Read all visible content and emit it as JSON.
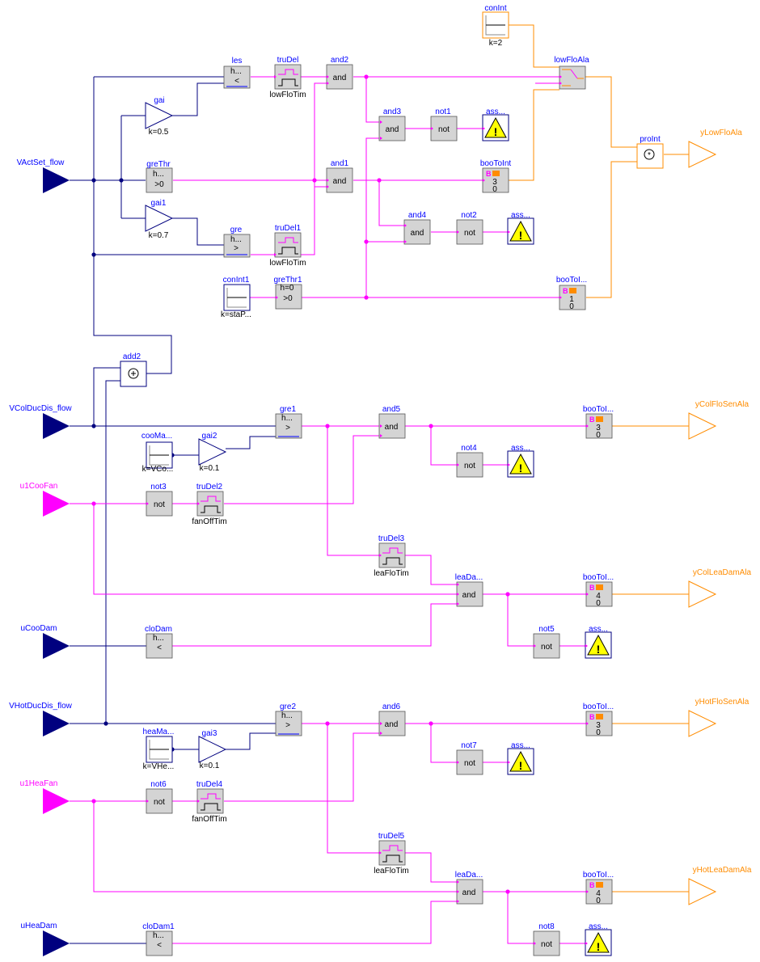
{
  "colors": {
    "real_signal": "#00007f",
    "boolean_signal": "#ff00ff",
    "integer_signal": "#ff8c00",
    "block_fill": "#d4d4d4",
    "label": "#0000ff"
  },
  "inputs": [
    {
      "name": "VActSet_flow",
      "kind": "real"
    },
    {
      "name": "VColDucDis_flow",
      "kind": "real"
    },
    {
      "name": "u1CooFan",
      "kind": "boolean"
    },
    {
      "name": "uCooDam",
      "kind": "real"
    },
    {
      "name": "VHotDucDis_flow",
      "kind": "real"
    },
    {
      "name": "u1HeaFan",
      "kind": "boolean"
    },
    {
      "name": "uHeaDam",
      "kind": "real"
    }
  ],
  "outputs": [
    {
      "name": "yLowFloAla",
      "kind": "integer"
    },
    {
      "name": "yColFloSenAla",
      "kind": "integer"
    },
    {
      "name": "yColLeaDamAla",
      "kind": "integer"
    },
    {
      "name": "yHotFloSenAla",
      "kind": "integer"
    },
    {
      "name": "yHotLeaDamAla",
      "kind": "integer"
    }
  ],
  "blocks": {
    "les": {
      "label": "les",
      "text": "h...",
      "symbol": "<"
    },
    "gai": {
      "label": "gai",
      "param": "k=0.5"
    },
    "greThr": {
      "label": "greThr",
      "text": "h...",
      "symbol": ">0"
    },
    "gai1": {
      "label": "gai1",
      "param": "k=0.7"
    },
    "gre": {
      "label": "gre",
      "text": "h...",
      "symbol": ">"
    },
    "truDel": {
      "label": "truDel",
      "param": "lowFloTim"
    },
    "truDel1": {
      "label": "truDel1",
      "param": "lowFloTim"
    },
    "and2": {
      "label": "and2",
      "text": "and"
    },
    "and3": {
      "label": "and3",
      "text": "and"
    },
    "and1": {
      "label": "and1",
      "text": "and"
    },
    "and4": {
      "label": "and4",
      "text": "and"
    },
    "not1": {
      "label": "not1",
      "text": "not"
    },
    "not2": {
      "label": "not2",
      "text": "not"
    },
    "ass1": {
      "label": "ass..."
    },
    "ass2": {
      "label": "ass..."
    },
    "conInt": {
      "label": "conInt",
      "param": "k=2"
    },
    "lowFloAla": {
      "label": "lowFloAla"
    },
    "booToInt": {
      "label": "booToInt",
      "b": "B",
      "v1": "3",
      "v0": "0"
    },
    "booToI2": {
      "label": "booToI...",
      "b": "B",
      "v1": "1",
      "v0": "0"
    },
    "proInt": {
      "label": "proInt"
    },
    "conInt1": {
      "label": "conInt1",
      "param": "k=staP..."
    },
    "greThr1": {
      "label": "greThr1",
      "text": "h=0",
      "symbol": ">0"
    },
    "add2": {
      "label": "add2"
    },
    "gre1": {
      "label": "gre1",
      "text": "h...",
      "symbol": ">"
    },
    "cooMa": {
      "label": "cooMa...",
      "param": "k=VCo..."
    },
    "gai2": {
      "label": "gai2",
      "param": "k=0.1"
    },
    "and5": {
      "label": "and5",
      "text": "and"
    },
    "not4": {
      "label": "not4",
      "text": "not"
    },
    "ass3": {
      "label": "ass..."
    },
    "booToI3": {
      "label": "booToI...",
      "b": "B",
      "v1": "3",
      "v0": "0"
    },
    "not3": {
      "label": "not3",
      "text": "not"
    },
    "truDel2": {
      "label": "truDel2",
      "param": "fanOffTim"
    },
    "truDel3": {
      "label": "truDel3",
      "param": "leaFloTim"
    },
    "leaDa1": {
      "label": "leaDa...",
      "text": "and"
    },
    "booToI4": {
      "label": "booToI...",
      "b": "B",
      "v1": "4",
      "v0": "0"
    },
    "not5": {
      "label": "not5",
      "text": "not"
    },
    "ass4": {
      "label": "ass..."
    },
    "cloDam": {
      "label": "cloDam",
      "text": "h...",
      "symbol": "<"
    },
    "gre2": {
      "label": "gre2",
      "text": "h...",
      "symbol": ">"
    },
    "heaMa": {
      "label": "heaMa...",
      "param": "k=VHe..."
    },
    "gai3": {
      "label": "gai3",
      "param": "k=0.1"
    },
    "and6": {
      "label": "and6",
      "text": "and"
    },
    "not7": {
      "label": "not7",
      "text": "not"
    },
    "ass5": {
      "label": "ass..."
    },
    "booToI5": {
      "label": "booToI...",
      "b": "B",
      "v1": "3",
      "v0": "0"
    },
    "not6": {
      "label": "not6",
      "text": "not"
    },
    "truDel4": {
      "label": "truDel4",
      "param": "fanOffTim"
    },
    "truDel5": {
      "label": "truDel5",
      "param": "leaFloTim"
    },
    "leaDa2": {
      "label": "leaDa...",
      "text": "and"
    },
    "booToI6": {
      "label": "booToI...",
      "b": "B",
      "v1": "4",
      "v0": "0"
    },
    "not8": {
      "label": "not8",
      "text": "not"
    },
    "ass6": {
      "label": "ass..."
    },
    "cloDam1": {
      "label": "cloDam1",
      "text": "h...",
      "symbol": "<"
    }
  }
}
